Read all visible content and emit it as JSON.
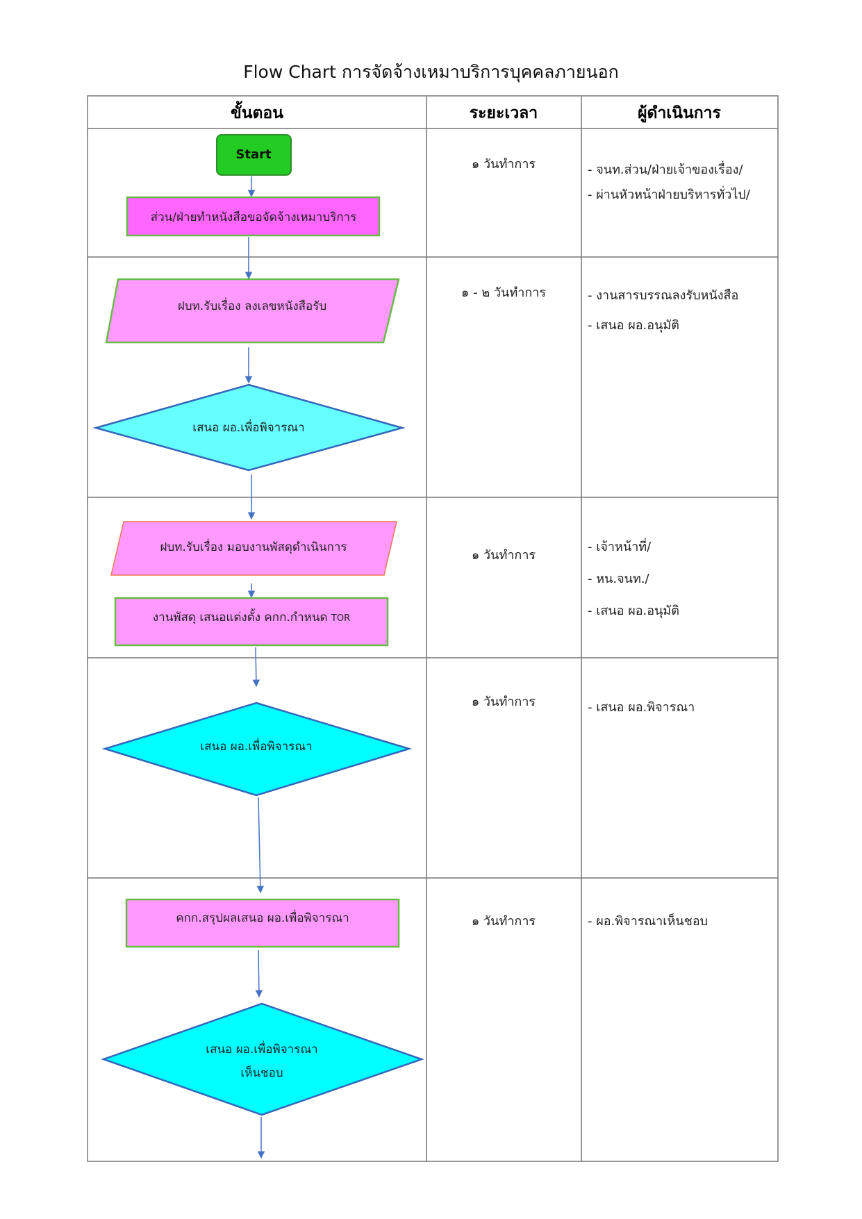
{
  "title": "Flow Chart การจัดจ้างเหมาบริการบุคคลภายนอก",
  "headers": {
    "step": "ขั้นตอน",
    "duration": "ระยะเวลา",
    "responsible": "ผู้ดำเนินการ"
  },
  "colors": {
    "start_fill": "#22cc22",
    "start_border": "#2e8b2e",
    "process_fill": "#ff66ff",
    "process_light_fill": "#ff99ff",
    "process_border": "#66bb44",
    "io_border_alt": "#ee7755",
    "decision_fill": "#66ffff",
    "decision_fill_alt": "#00ffff",
    "decision_border": "#3366bb",
    "arrow": "#4472c4",
    "grid": "#777777"
  },
  "steps": {
    "start": "Start",
    "s1": "ส่วน/ฝ่ายทำหนังสือขอจัดจ้างเหมาบริการ",
    "s2": "ฝบท.รับเรื่อง ลงเลขหนังสือรับ",
    "d1": "เสนอ ผอ.เพื่อพิจารณา",
    "s3": "ฝบท.รับเรื่อง มอบงานพัสดุดำเนินการ",
    "s4_main": "งานพัสดุ เสนอแต่งตั้ง คกก.กำหนด",
    "s4_suffix": "TOR",
    "d2": "เสนอ ผอ.เพื่อพิจารณา",
    "s5": "คกก.สรุปผลเสนอ ผอ.เพื่อพิจารณา",
    "d3_line1": "เสนอ ผอ.เพื่อพิจารณา",
    "d3_line2": "เห็นชอบ"
  },
  "durations": {
    "r1": "๑ วันทำการ",
    "r2": "๑ - ๒ วันทำการ",
    "r3": "๑ วันทำการ",
    "r4": "๑ วันทำการ",
    "r5": "๑ วันทำการ"
  },
  "responsible": {
    "r1_a": "- จนท.ส่วน/ฝ่ายเจ้าของเรื่อง/",
    "r1_b": "- ผ่านหัวหน้าฝ่ายบริหารทั่วไป/",
    "r2_a": "- งานสารบรรณลงรับหนังสือ",
    "r2_b": "- เสนอ ผอ.อนุมัติ",
    "r3_a": "- เจ้าหน้าที่/",
    "r3_b": "- หน.จนท./",
    "r3_c": "- เสนอ ผอ.อนุมัติ",
    "r4_a": "- เสนอ ผอ.พิจารณา",
    "r5_a": "- ผอ.พิจารณาเห็นชอบ"
  }
}
